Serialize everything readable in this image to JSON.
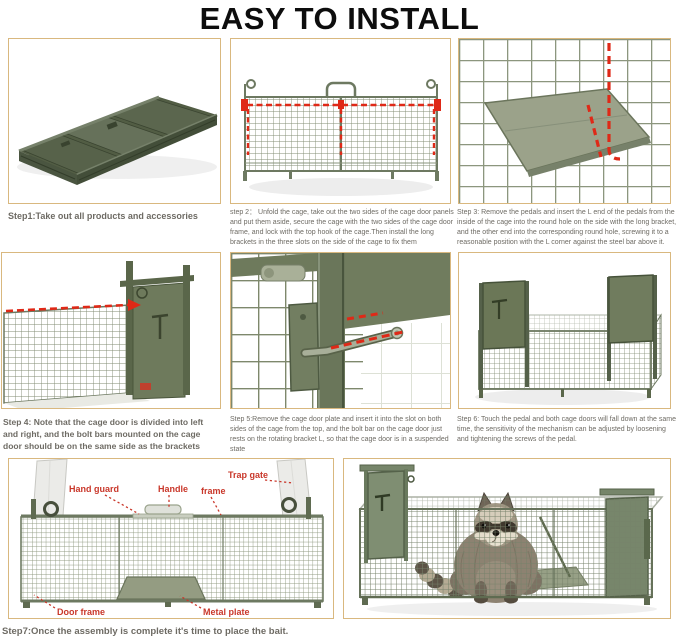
{
  "title": "EASY TO INSTALL",
  "colors": {
    "accent_red": "#df2917",
    "label_red": "#c9372a",
    "panel_border": "#d9b87f",
    "cage_green": "#6b7757",
    "caption_gray": "#6e6b64"
  },
  "steps": [
    {
      "caption": "Step1:Take out all products and accessories"
    },
    {
      "caption": "step 2： Unfold the cage, take out the two sides of the cage door panels and put them aside, secure the cage with the two sides of the cage door frame, and lock with the top hook of the cage.Then install the long brackets in the three slots on the side of the cage to fix them"
    },
    {
      "caption": "Step 3: Remove the pedals and insert the L end of the pedals from the inside of the cage into the round hole on the side with the long bracket, and the other end into the corresponding round hole, screwing it to a reasonable position with the L corner against the steel bar above it."
    },
    {
      "caption": "Step 4: Note that the cage door is divided into left and right, and the bolt bars mounted on the cage door should be on the same side as the brackets"
    },
    {
      "caption": "Step 5:Remove the cage door plate and insert it into the slot on both sides of the cage from the top, and the bolt bar on the cage door just rests on the rotating bracket L, so that the cage door is in a suspended state"
    },
    {
      "caption": "Step 6: Touch the pedal and both cage doors will fall down at the same time, the sensitivity of the mechanism can be adjusted by loosening and tightening the screws of the pedal."
    },
    {
      "caption": "Step7:Once the assembly is complete it's time to place the bait."
    }
  ],
  "labels": {
    "hand_guard": "Hand guard",
    "handle": "Handle",
    "frame": "frame",
    "trap_gate": "Trap gate",
    "door_frame": "Door frame",
    "metal_plate": "Metal plate"
  }
}
